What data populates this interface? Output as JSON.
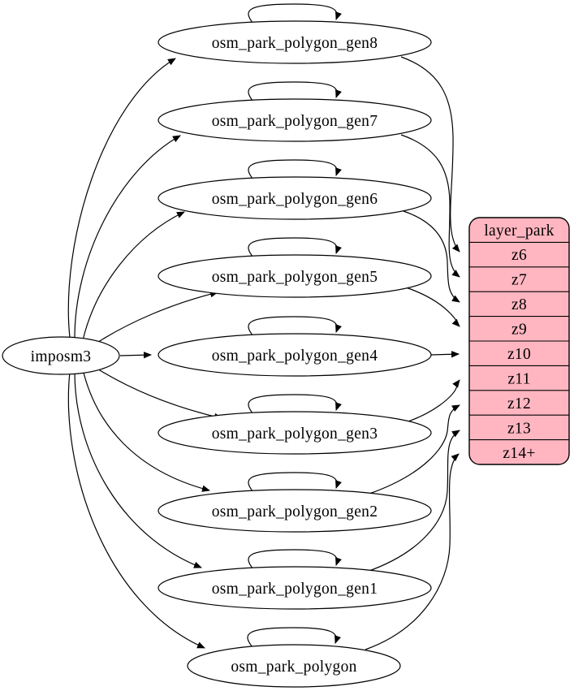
{
  "diagram": {
    "source_node": {
      "label": "imposm3"
    },
    "tables": [
      {
        "label": "osm_park_polygon_gen8"
      },
      {
        "label": "osm_park_polygon_gen7"
      },
      {
        "label": "osm_park_polygon_gen6"
      },
      {
        "label": "osm_park_polygon_gen5"
      },
      {
        "label": "osm_park_polygon_gen4"
      },
      {
        "label": "osm_park_polygon_gen3"
      },
      {
        "label": "osm_park_polygon_gen2"
      },
      {
        "label": "osm_park_polygon_gen1"
      },
      {
        "label": "osm_park_polygon"
      }
    ],
    "layer": {
      "title": "layer_park",
      "zoom_rows": [
        "z6",
        "z7",
        "z8",
        "z9",
        "z10",
        "z11",
        "z12",
        "z13",
        "z14+"
      ]
    },
    "edges": {
      "from_imposm3_to": [
        "osm_park_polygon_gen8",
        "osm_park_polygon_gen7",
        "osm_park_polygon_gen6",
        "osm_park_polygon_gen5",
        "osm_park_polygon_gen4",
        "osm_park_polygon_gen3",
        "osm_park_polygon_gen2",
        "osm_park_polygon_gen1",
        "osm_park_polygon"
      ],
      "self_loops_on": [
        "osm_park_polygon_gen8",
        "osm_park_polygon_gen7",
        "osm_park_polygon_gen6",
        "osm_park_polygon_gen5",
        "osm_park_polygon_gen4",
        "osm_park_polygon_gen3",
        "osm_park_polygon_gen2",
        "osm_park_polygon_gen1",
        "osm_park_polygon"
      ],
      "table_to_zoom": {
        "osm_park_polygon_gen8": "z6",
        "osm_park_polygon_gen7": "z7",
        "osm_park_polygon_gen6": "z8",
        "osm_park_polygon_gen5": "z9",
        "osm_park_polygon_gen4": "z10",
        "osm_park_polygon_gen3": "z11",
        "osm_park_polygon_gen2": "z12",
        "osm_park_polygon_gen1": "z13",
        "osm_park_polygon": "z14+"
      }
    },
    "colors": {
      "layer_fill": "#FFB6C1",
      "node_fill": "#FFFFFF",
      "stroke": "#000000",
      "background": "#FFFFFF"
    }
  }
}
